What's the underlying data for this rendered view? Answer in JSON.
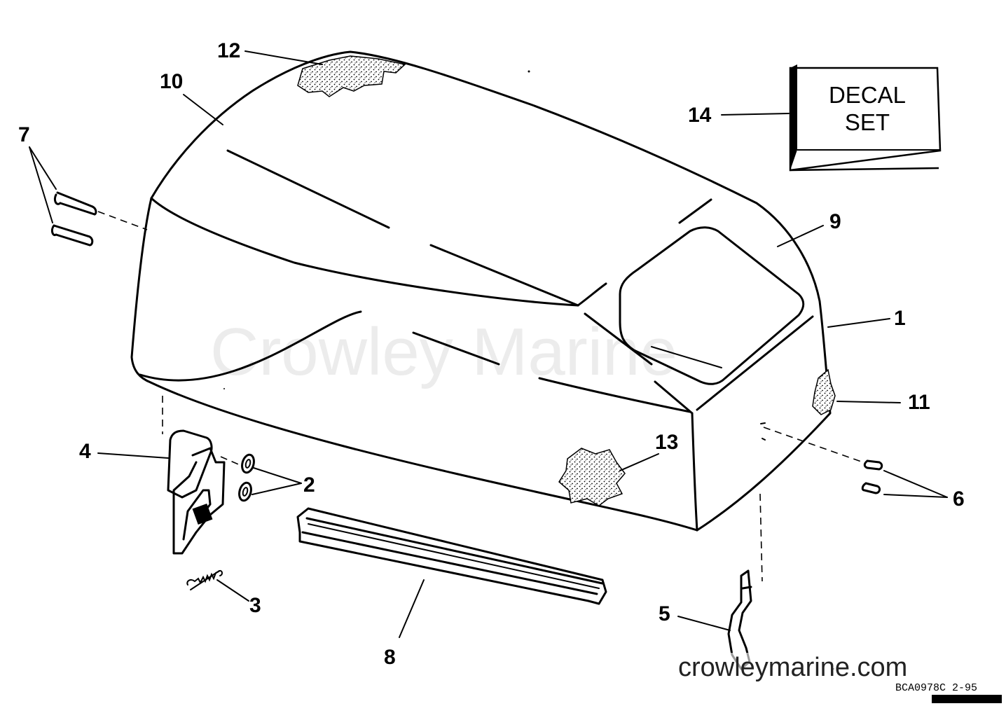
{
  "diagram": {
    "watermark": "Crowley Marine",
    "site_url": "crowleymarine.com",
    "ref_code": "BCA0978C  2-95",
    "decal_box": {
      "line1": "DECAL",
      "line2": "SET"
    },
    "callouts": [
      "1",
      "2",
      "3",
      "4",
      "5",
      "6",
      "7",
      "8",
      "9",
      "10",
      "11",
      "12",
      "13",
      "14"
    ],
    "colors": {
      "ink": "#000000",
      "paper": "#ffffff",
      "watermark": "#ececec"
    },
    "parts_icons": [
      "engine-cover",
      "decal-set-box",
      "screws",
      "latch",
      "spring",
      "seal-strip",
      "bracket",
      "washers",
      "foam-patches"
    ]
  }
}
